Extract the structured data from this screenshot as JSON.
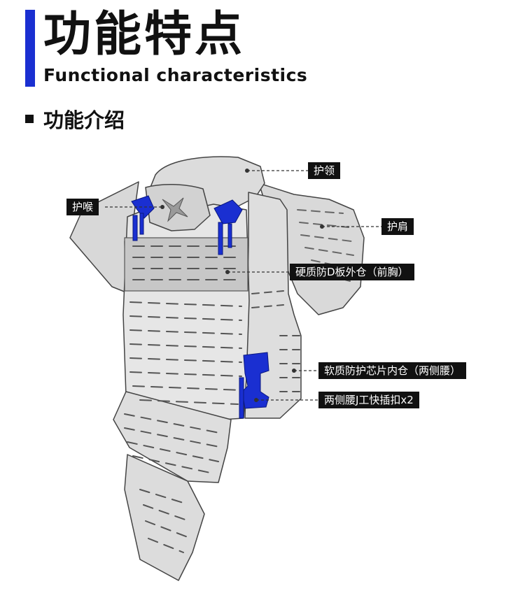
{
  "header": {
    "title_cn": "功能特点",
    "title_en": "Functional characteristics",
    "accent_color": "#1a2fd1"
  },
  "section": {
    "title": "功能介绍",
    "bullet": "square"
  },
  "diagram": {
    "subject": "vest-illustration",
    "body_color": "#e3e3e3",
    "outline_color": "#444444",
    "hardware_color": "#1a2fd1",
    "callouts": [
      {
        "id": "collar",
        "label": "护领"
      },
      {
        "id": "throat",
        "label": "护喉"
      },
      {
        "id": "shoulder",
        "label": "护肩"
      },
      {
        "id": "front-plate",
        "label": "硬质防D板外仓（前胸）"
      },
      {
        "id": "side-soft",
        "label": "软质防护芯片内仓（两侧腰）"
      },
      {
        "id": "side-buckle",
        "label": "两侧腰J工快插扣x2"
      }
    ]
  }
}
